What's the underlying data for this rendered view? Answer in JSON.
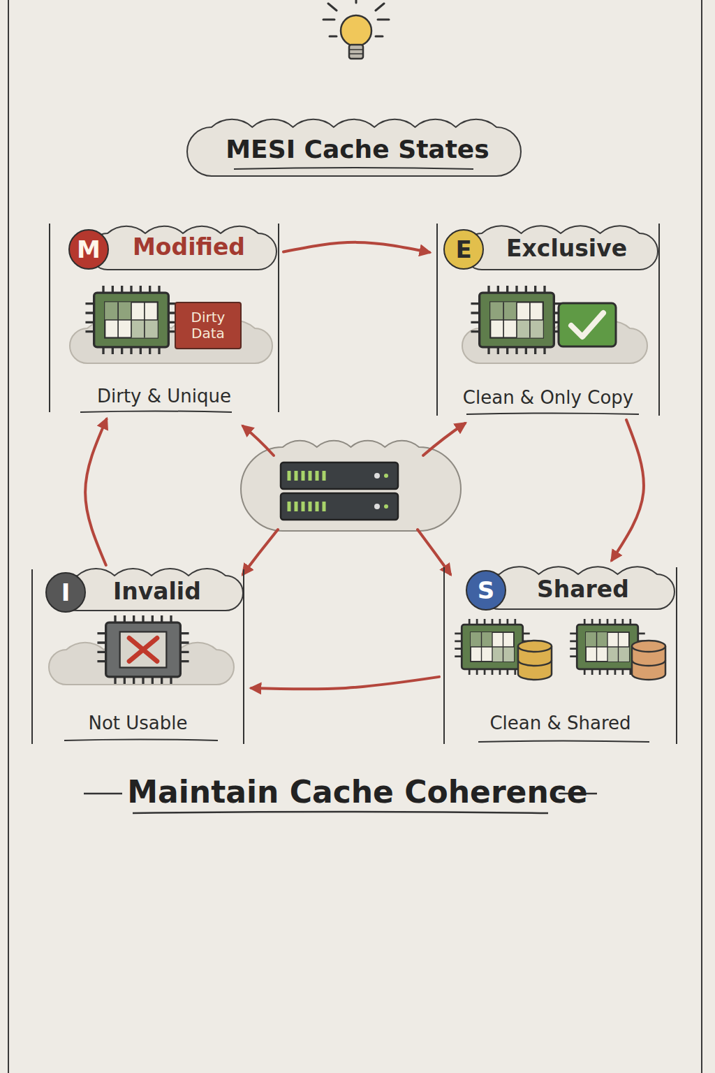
{
  "diagram": {
    "title": "MESI Cache States",
    "caption": "Maintain Cache Coherence",
    "nodes": [
      {
        "text": [
          "Modified",
          "Dirty & Unique"
        ]
      },
      {
        "text": [
          "M"
        ],
        "in": 0
      },
      {
        "text": [
          "Dirty Data"
        ],
        "in": 0
      },
      {
        "text": [
          "Exclusive",
          "Clean & Only Copy"
        ]
      },
      {
        "text": [
          "E"
        ],
        "in": 3
      },
      {
        "text": [
          "Invalid",
          "Not Usable"
        ]
      },
      {
        "text": [
          "I"
        ],
        "in": 5
      },
      {
        "text": [
          "Shared",
          "Clean & Shared"
        ]
      },
      {
        "text": [
          "S"
        ],
        "in": 7
      }
    ],
    "edges": [
      {
        "from": 0,
        "to": 3,
        "arrow": "to"
      },
      {
        "from": 3,
        "to": 7,
        "arrow": "to"
      },
      {
        "from": 7,
        "to": 5,
        "arrow": "to"
      },
      {
        "from": 5,
        "to": 0,
        "arrow": "to"
      }
    ]
  }
}
